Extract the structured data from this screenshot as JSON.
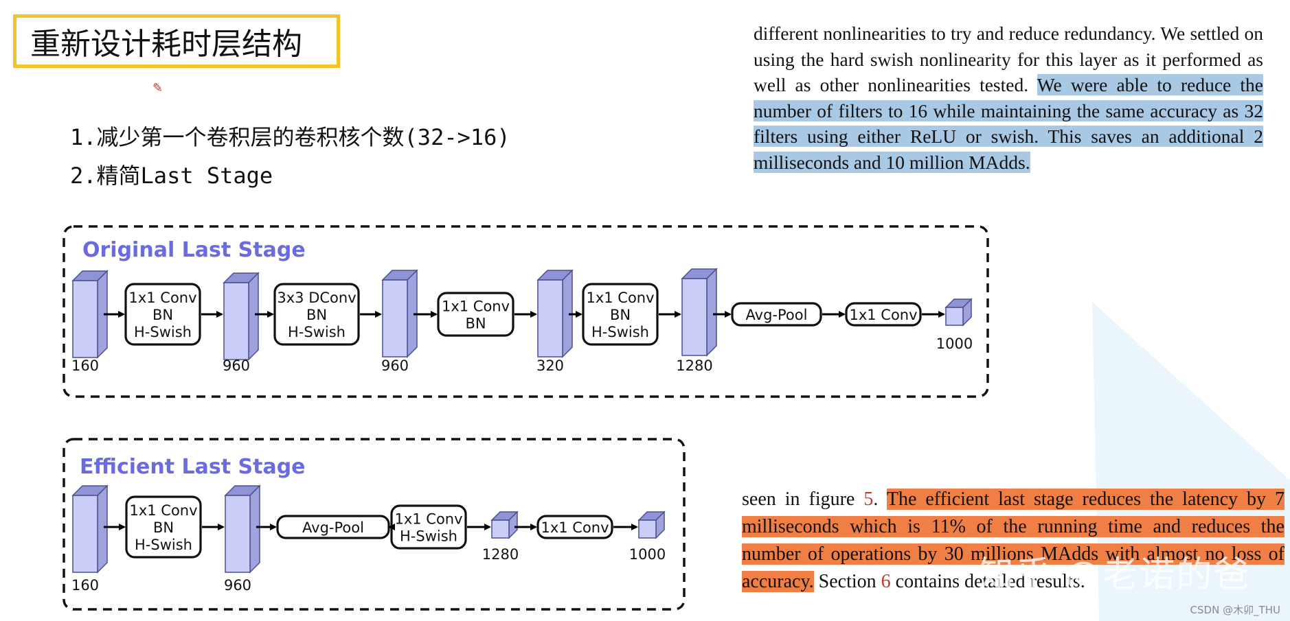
{
  "slide": {
    "title": "重新设计耗时层结构",
    "points": [
      "1.减少第一个卷积层的卷积核个数(32->16)",
      "2.精简Last Stage"
    ]
  },
  "paper_top": {
    "normal": "different nonlinearities to try and reduce redundancy. We settled on using the hard swish nonlinearity for this layer as it performed as well as other nonlinearities tested. ",
    "highlight": "We were able to reduce the number of filters to 16 while maintaining the same accuracy as 32 filters using either ReLU or swish. This saves an additional 2 milliseconds and 10 million MAdds."
  },
  "paper_bottom": {
    "pre": "seen in figure ",
    "ref1": "5",
    "dot": ". ",
    "highlight": "The efficient last stage reduces the latency by 7 milliseconds which is 11% of the running time and reduces the number of operations by 30 millions MAdds with almost no loss of accuracy.",
    "mid": " Section ",
    "ref2": "6",
    "post": " contains detailed results."
  },
  "diagram": {
    "original": {
      "title": "Original Last Stage",
      "tensors": [
        "160",
        "960",
        "960",
        "320",
        "1280",
        "1000"
      ],
      "ops": [
        [
          "1x1 Conv",
          "BN",
          "H-Swish"
        ],
        [
          "3x3 DConv",
          "BN",
          "H-Swish"
        ],
        [
          "1x1 Conv",
          "BN"
        ],
        [
          "1x1 Conv",
          "BN",
          "H-Swish"
        ],
        [
          "Avg-Pool"
        ],
        [
          "1x1 Conv"
        ]
      ]
    },
    "efficient": {
      "title": "Efficient Last Stage",
      "tensors": [
        "160",
        "960",
        "1280",
        "1000"
      ],
      "ops": [
        [
          "1x1 Conv",
          "BN",
          "H-Swish"
        ],
        [
          "Avg-Pool"
        ],
        [
          "1x1 Conv",
          "H-Swish"
        ],
        [
          "1x1 Conv"
        ]
      ]
    },
    "colors": {
      "accent": "#6b6be0",
      "block_front": "#c9cdf8",
      "block_top": "#8e94d6",
      "block_side": "#9ea3dd",
      "edge": "#4c4f8a"
    }
  },
  "watermark": {
    "text": "知乎 @老诺的爸",
    "credit": "CSDN @木卯_THU"
  }
}
